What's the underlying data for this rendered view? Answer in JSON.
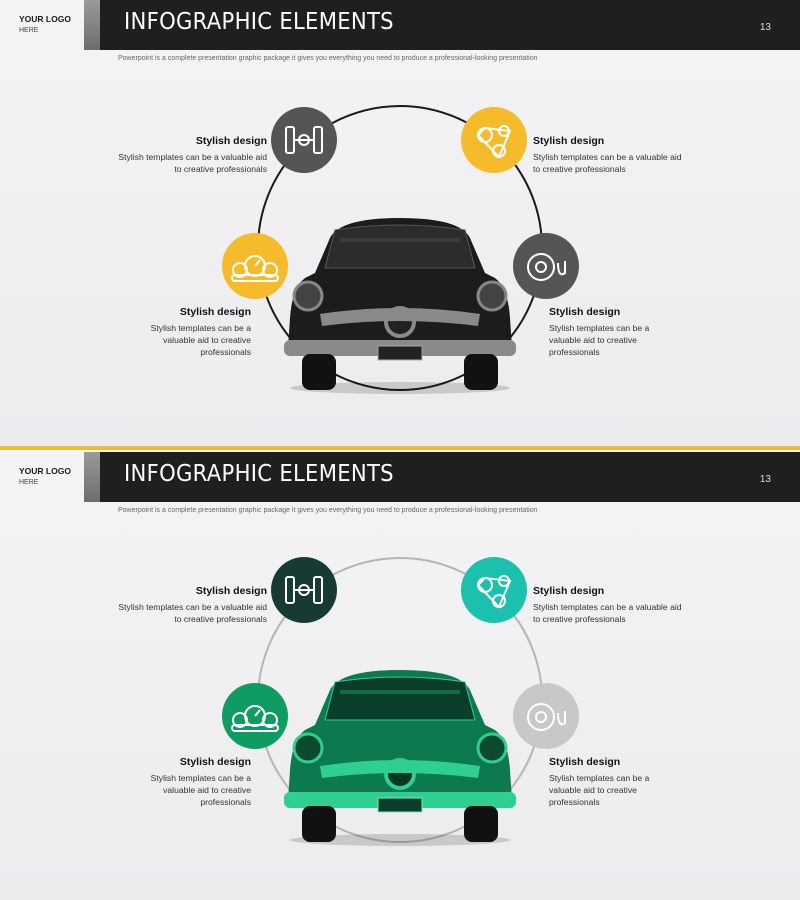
{
  "slides": [
    {
      "logo": {
        "line1": "YOUR LOGO",
        "line2": "HERE"
      },
      "title": "INFOGRAPHIC ELEMENTS",
      "page_number": "13",
      "subtitle": "Powerpoint is a complete presentation graphic package it gives you everything you need to produce a professional-looking presentation",
      "colors": {
        "top_left": "#555555",
        "top_right": "#f6bb2a",
        "bottom_left": "#f6bb2a",
        "bottom_right": "#555555",
        "ring": "#1a1a1a",
        "car_body": "#1c1c1c",
        "car_chrome": "#8a8a8a"
      },
      "items": {
        "top_left": {
          "icon": "axle-icon",
          "title": "Stylish design",
          "desc1": "Stylish templates can be a valuable aid",
          "desc2": "to creative professionals"
        },
        "top_right": {
          "icon": "pulley-icon",
          "title": "Stylish design",
          "desc1": "Stylish templates can be a valuable aid",
          "desc2": "to creative professionals"
        },
        "bottom_left": {
          "icon": "gauge-icon",
          "title": "Stylish design",
          "desc1": "Stylish templates can be a",
          "desc2": "valuable aid to creative",
          "desc3": "professionals"
        },
        "bottom_right": {
          "icon": "tire-icon",
          "title": "Stylish design",
          "desc1": "Stylish templates can be a",
          "desc2": "valuable aid to creative",
          "desc3": "professionals"
        }
      }
    },
    {
      "logo": {
        "line1": "YOUR LOGO",
        "line2": "HERE"
      },
      "title": "INFOGRAPHIC ELEMENTS",
      "page_number": "13",
      "subtitle": "Powerpoint is a complete presentation graphic package it gives you everything you need to produce a professional-looking presentation",
      "colors": {
        "top_left": "#173b33",
        "top_right": "#1cc1ae",
        "bottom_left": "#0f9c63",
        "bottom_right": "#c8c8c8",
        "ring": "#b5b5b5",
        "car_body": "#0c7a4e",
        "car_chrome": "#2fd08f"
      },
      "items": {
        "top_left": {
          "icon": "axle-icon",
          "title": "Stylish design",
          "desc1": "Stylish templates can be a valuable aid",
          "desc2": "to creative professionals"
        },
        "top_right": {
          "icon": "pulley-icon",
          "title": "Stylish design",
          "desc1": "Stylish templates can be a valuable aid",
          "desc2": "to creative professionals"
        },
        "bottom_left": {
          "icon": "gauge-icon",
          "title": "Stylish design",
          "desc1": "Stylish templates can be a",
          "desc2": "valuable aid to creative",
          "desc3": "professionals"
        },
        "bottom_right": {
          "icon": "tire-icon",
          "title": "Stylish design",
          "desc1": "Stylish templates can be a",
          "desc2": "valuable aid to creative",
          "desc3": "professionals"
        }
      }
    }
  ],
  "divider_color": "#f6bb2a"
}
